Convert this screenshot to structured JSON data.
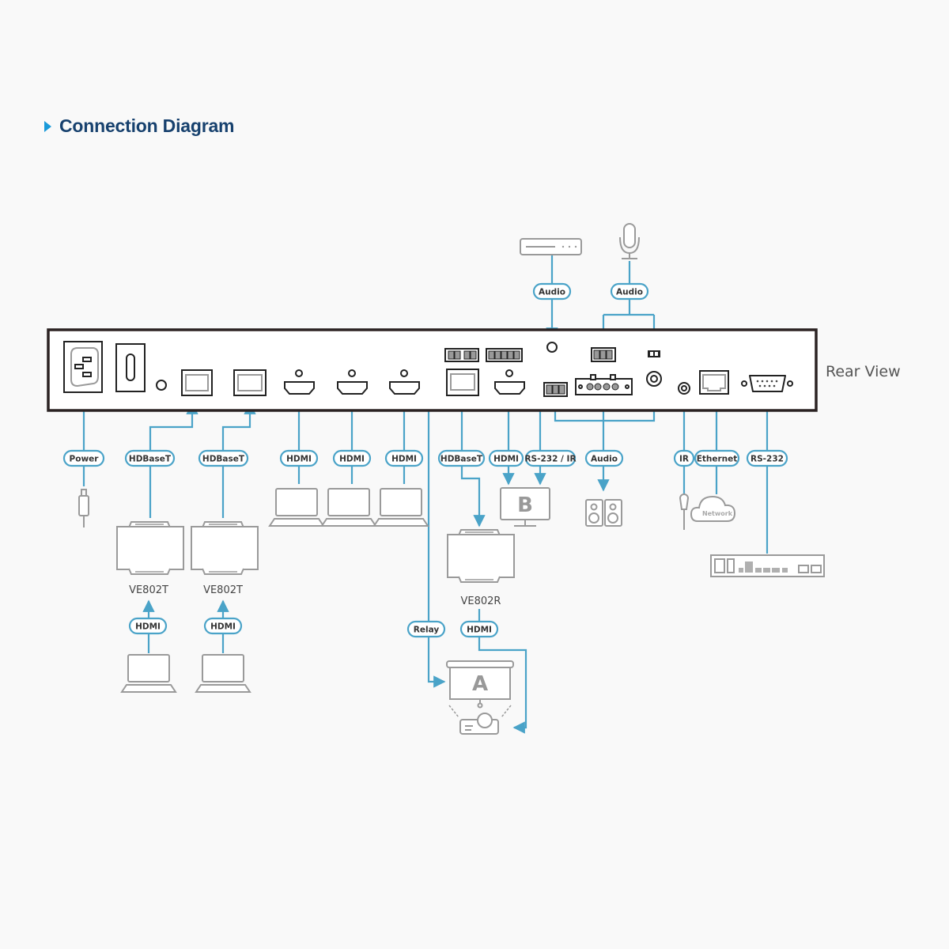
{
  "title": "Connection Diagram",
  "rear_view_label": "Rear View",
  "labels": {
    "power": "Power",
    "hdbaset_1": "HDBaseT",
    "hdbaset_2": "HDBaseT",
    "hdmi_in_1": "HDMI",
    "hdmi_in_2": "HDMI",
    "hdmi_in_3": "HDMI",
    "hdbaset_out": "HDBaseT",
    "hdmi_out": "HDMI",
    "rs232_ir": "RS-232 / IR",
    "audio_out": "Audio",
    "ir": "IR",
    "ethernet": "Ethernet",
    "rs232": "RS-232",
    "audio_in_player": "Audio",
    "audio_in_mic": "Audio",
    "hdmi_tx_1": "HDMI",
    "hdmi_tx_2": "HDMI",
    "relay": "Relay",
    "hdmi_rx": "HDMI"
  },
  "devices": {
    "tx_1": "VE802T",
    "tx_2": "VE802T",
    "rx": "VE802R",
    "display_a": "A",
    "display_b": "B",
    "network": "Network"
  },
  "colors": {
    "accent": "#4aa3c8",
    "title": "#17416e",
    "title_marker": "#1a9ad9"
  }
}
